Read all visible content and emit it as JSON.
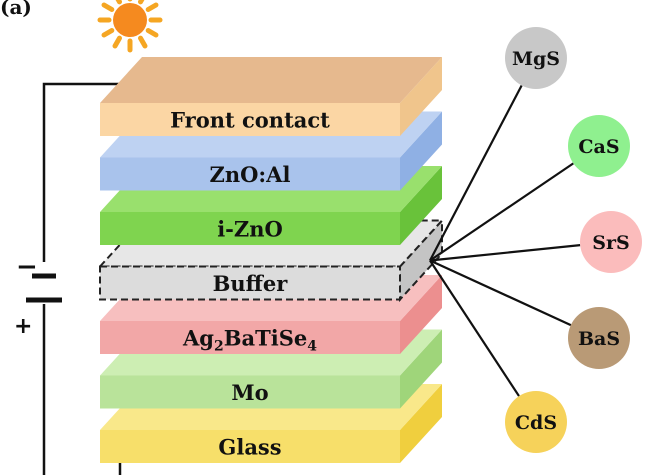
{
  "panel_label": "(a)",
  "layers": [
    {
      "id": "glass",
      "label": "Glass",
      "front": "#f7df6a",
      "top": "#f9e88a",
      "side": "#f0cf3e"
    },
    {
      "id": "mo",
      "label": "Mo",
      "front": "#b9e39a",
      "top": "#cdeeb3",
      "side": "#9fd57a"
    },
    {
      "id": "absorber",
      "label": "Ag2BaTiSe4",
      "label_html": {
        "a": "Ag",
        "b": "2",
        "c": "BaTiSe",
        "d": "4"
      },
      "front": "#f2a7a7",
      "top": "#f7bfbf",
      "side": "#ec8f8f"
    },
    {
      "id": "buffer",
      "label": "Buffer",
      "front": "#dcdcdc",
      "top": "#e7e7e7",
      "side": "#c4c4c4",
      "dashed": true
    },
    {
      "id": "izno",
      "label": "i-ZnO",
      "front": "#7fd44f",
      "top": "#99e06d",
      "side": "#69c23a"
    },
    {
      "id": "znoal",
      "label": "ZnO:Al",
      "front": "#a9c3ec",
      "top": "#bed2f2",
      "side": "#8fb0e4"
    },
    {
      "id": "front",
      "label": "Front contact",
      "front": "#fbd6a4",
      "top": "#e6b98e",
      "side": "#f0c58c"
    }
  ],
  "buffers": [
    {
      "label": "MgS",
      "color": "#c8c8c8"
    },
    {
      "label": "CaS",
      "color": "#8ff08f"
    },
    {
      "label": "SrS",
      "color": "#fbbcbc"
    },
    {
      "label": "BaS",
      "color": "#b99a76"
    },
    {
      "label": "CdS",
      "color": "#f6d25a"
    }
  ],
  "battery": {
    "minus": "−",
    "plus": "+"
  },
  "colors": {
    "sun_core": "#f58a1f",
    "sun_ray": "#f5a623",
    "wire": "#111111"
  },
  "icons": {
    "sun": "sun-icon",
    "battery": "battery-icon"
  }
}
